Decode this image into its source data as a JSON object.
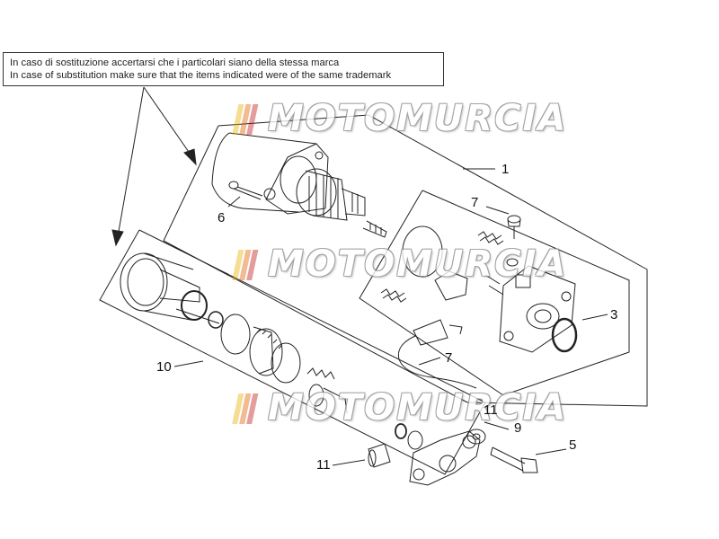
{
  "note": {
    "line_it": "In caso di sostituzione accertarsi che i particolari siano della stessa marca",
    "line_en": "In case of substitution make sure that the items indicated were of the same trademark"
  },
  "callouts": {
    "c1": "1",
    "c3": "3",
    "c5": "5",
    "c6": "6",
    "c7a": "7",
    "c7b": "7",
    "c9": "9",
    "c10": "10",
    "c11a": "11",
    "c11b": "11"
  },
  "watermark": {
    "text": "MOTOMURCIA",
    "colors": [
      "#e8b000",
      "#e06000",
      "#c01818"
    ]
  },
  "colors": {
    "line": "#222222",
    "background": "#ffffff"
  }
}
